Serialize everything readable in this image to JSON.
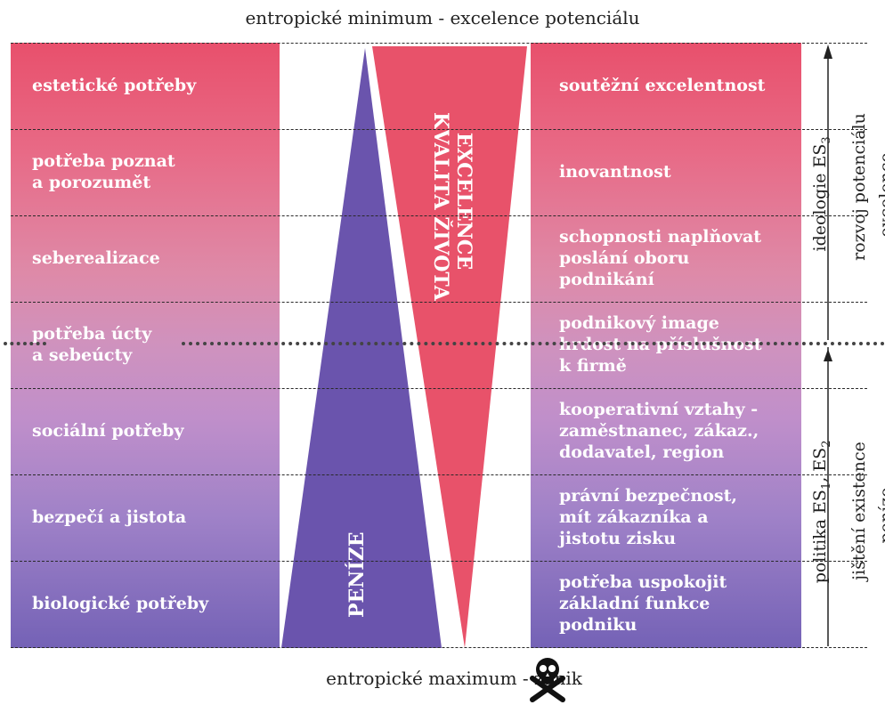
{
  "captions": {
    "top": "entropické minimum - excelence potenciálu",
    "bottom": "entropické maximum - zánik"
  },
  "left_column": [
    "estetické potřeby",
    "potřeba poznat\na  porozumět",
    "seberealizace",
    "potřeba úcty\na sebeúcty",
    "sociální potřeby",
    "bezpečí a jistota",
    "biologické potřeby"
  ],
  "right_column": [
    "soutěžní excelentnost",
    "inovantnost",
    "schopnosti naplňovat\nposlání oboru\npodnikání",
    "podnikový image\nhrdost na  příslušnost\nk firmě",
    "kooperativní vztahy -\nzaměstnanec, zákaz.,\ndodavatel, region",
    "právní bezpečnost,\nmít zákazníka  a\njistotu zisku",
    "potřeba uspokojit\nzákladní funkce\npodniku"
  ],
  "triangles": {
    "excelence_line1": "EXCELENCE",
    "excelence_line2": "KVALITA ŽIVOTA",
    "penize": "PENÍZE"
  },
  "side_labels": {
    "ideologie": "ideologie ES",
    "ideologie_sub": "3",
    "rozvoj": "rozvoj potenciálu",
    "excelence": "excelence",
    "politika_a": "politika ES",
    "politika_sub1": "1",
    "politika_b": ", ES",
    "politika_sub2": "2",
    "jisteni": "jištění existence",
    "penize": "peníze"
  },
  "colors": {
    "excelence_triangle": "#e8526a",
    "penize_triangle": "#6a54ad",
    "text_dark": "#222222"
  },
  "icons": {
    "bottom": "skull-crossbones-icon"
  }
}
